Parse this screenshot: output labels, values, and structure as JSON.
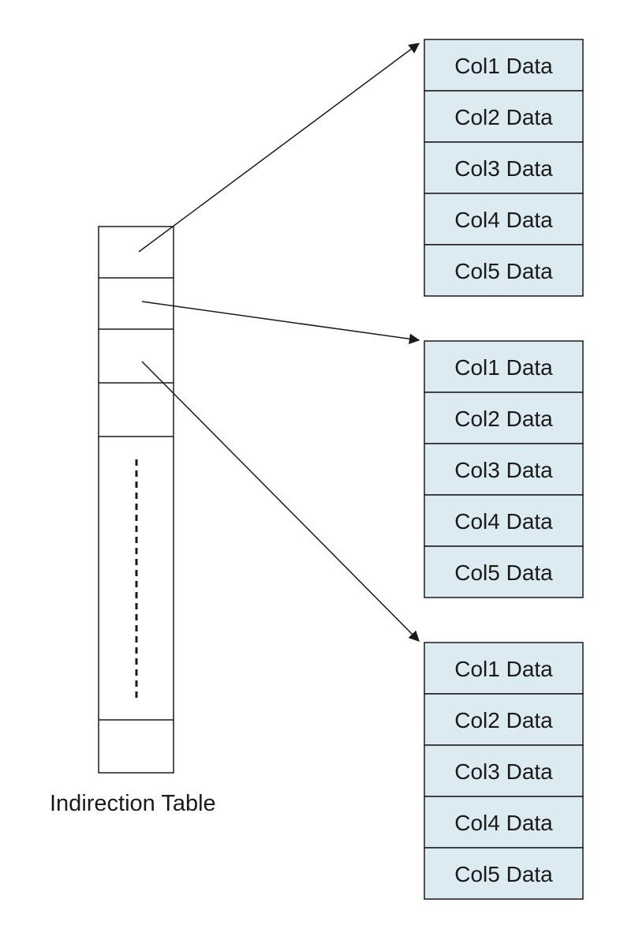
{
  "indirection_table": {
    "label": "Indirection Table",
    "slot_count": 6,
    "has_ellipsis": true
  },
  "records": [
    {
      "columns": [
        "Col1 Data",
        "Col2 Data",
        "Col3 Data",
        "Col4 Data",
        "Col5 Data"
      ]
    },
    {
      "columns": [
        "Col1 Data",
        "Col2 Data",
        "Col3 Data",
        "Col4 Data",
        "Col5 Data"
      ]
    },
    {
      "columns": [
        "Col1 Data",
        "Col2 Data",
        "Col3 Data",
        "Col4 Data",
        "Col5 Data"
      ]
    }
  ],
  "arrows": [
    {
      "from_slot": 1,
      "to_record": 1
    },
    {
      "from_slot": 2,
      "to_record": 2
    },
    {
      "from_slot": 3,
      "to_record": 3
    }
  ],
  "colors": {
    "record_fill": "#dcebf2",
    "stroke": "#1a1a1a",
    "background": "#ffffff"
  }
}
